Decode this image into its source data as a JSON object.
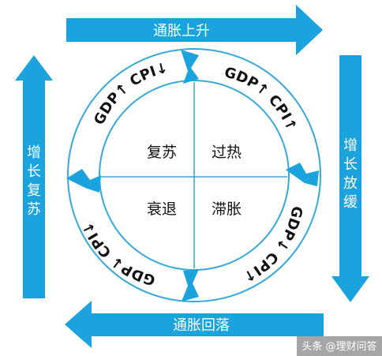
{
  "colors": {
    "arrow": "#1aa3dc",
    "ring": "#35a9da",
    "text": "#111111",
    "white": "#ffffff"
  },
  "arrows": {
    "top": "通胀上升",
    "bottom": "通胀回落",
    "left": [
      "增",
      "长",
      "复",
      "苏"
    ],
    "right": [
      "增",
      "长",
      "放",
      "缓"
    ]
  },
  "quadrants": {
    "top_left": "复苏",
    "top_right": "过热",
    "bottom_left": "衰退",
    "bottom_right": "滞胀"
  },
  "ring_labels": {
    "top_left": "GDP↑ CPI↓",
    "top_right": "GDP↑ CPI↑",
    "bottom_right": "GDP↓ CPI↑",
    "bottom_left": "GDP↓ CPI↓"
  },
  "watermark": "头条 @理财问答"
}
